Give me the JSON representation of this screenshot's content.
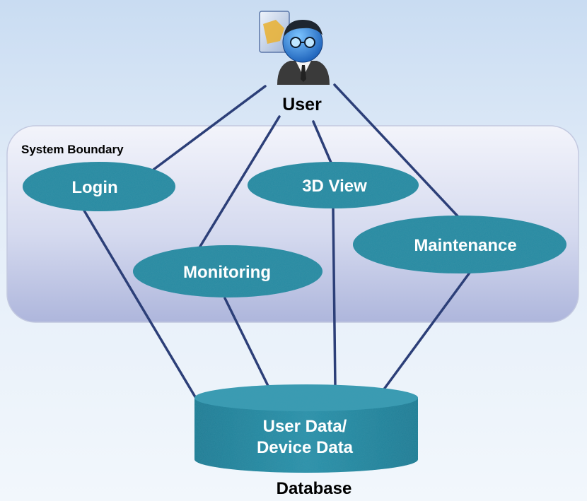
{
  "diagram": {
    "actor": {
      "label": "User",
      "icon": "user-with-document-icon"
    },
    "system_boundary": {
      "label": "System Boundary"
    },
    "use_cases": [
      {
        "id": "login",
        "label": "Login"
      },
      {
        "id": "3d-view",
        "label": "3D View"
      },
      {
        "id": "monitoring",
        "label": "Monitoring"
      },
      {
        "id": "maintenance",
        "label": "Maintenance"
      }
    ],
    "database": {
      "lines": [
        "User Data/",
        "Device Data"
      ],
      "caption": "Database"
    },
    "colors": {
      "use_case_fill": "#2a8aa2",
      "connector": "#2c3f78",
      "boundary_fill": "#ccd3ec",
      "label_white": "#ffffff",
      "label_dark": "#000000"
    }
  }
}
